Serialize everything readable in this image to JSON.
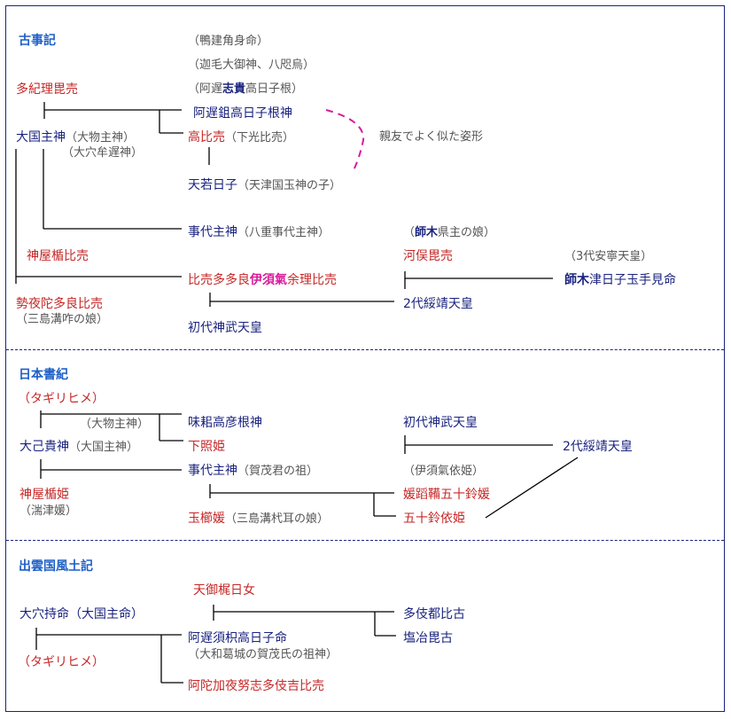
{
  "sections": {
    "kojiki": {
      "title": "古事記",
      "kamotaketsunumi": "（鴨建角身命）",
      "kamo_gods": "（迦毛大御神、八咫烏）",
      "ashiki_pre": "（阿遅",
      "ashiki_shiki": "志貴",
      "ashiki_post": "高日子根）",
      "takiribime": "多紀理毘売",
      "ajisuki": "阿遅鉏高日子根神",
      "okuninushi": "大国主神",
      "okuninushi_alt1": "（大物主神）",
      "okuninushi_alt2": "（大穴牟遅神）",
      "takahime": "高比売",
      "takahime_alt": "（下光比売）",
      "friend_note": "親友でよく似た姿形",
      "amewakahiko": "天若日子",
      "amewakahiko_alt": "（天津国玉神の子）",
      "kotoshiro": "事代主神",
      "kotoshiro_alt": "（八重事代主神）",
      "kamuyatate": "神屋楯比売",
      "shiki_pre": "（",
      "shiki": "師木",
      "shiki_post": "県主の娘）",
      "kawamata": "河俣毘売",
      "ando": "（3代安寧天皇）",
      "shiki_tsu": "師木",
      "tsuhiko": "津日子玉手見命",
      "hime_pre": "比売多多良",
      "hime_isuke": "伊須氣",
      "hime_post": "余理比売",
      "seyadatara": "勢夜陀多良比売",
      "seyadatara_alt": "（三島溝咋の娘）",
      "suizei": "2代綏靖天皇",
      "jimmu": "初代神武天皇"
    },
    "nihonshoki": {
      "title": "日本書紀",
      "takiri": "（タギリヒメ）",
      "omononushi": "（大物主神）",
      "ajisuki": "味耜高彦根神",
      "onamuchi": "大己貴神",
      "onamuchi_alt": "（大国主神）",
      "shitateru": "下照姫",
      "jimmu": "初代神武天皇",
      "suizei": "2代綏靖天皇",
      "kotoshiro": "事代主神",
      "kotoshiro_alt": "（賀茂君の祖）",
      "isukeyori": "（伊須氣依姫）",
      "kamuyatate": "神屋楯姫",
      "nuname": "（湍津媛）",
      "himetatara": "媛蹈鞴五十鈴媛",
      "tamakushi": "玉櫛媛",
      "tamakushi_alt": "（三島溝杙耳の娘）",
      "isuzuyori": "五十鈴依姫"
    },
    "izumo": {
      "title": "出雲国風土記",
      "amenomikaji": "天御梶日女",
      "tagitsuhiko": "多伎都比古",
      "onamochi": "大穴持命（大国主命）",
      "shioyahiko": "塩冶毘古",
      "ajisuki": "阿遅須枳高日子命",
      "ajisuki_alt": "（大和葛城の賀茂氏の祖神）",
      "takiri": "（タギリヒメ）",
      "adakaya": "阿陀加夜努志多伎吉比売"
    }
  },
  "colors": {
    "heading": "#1e5fc7",
    "female": "#c62828",
    "male": "#1a237e",
    "note": "#555555",
    "highlight": "#d81b9c"
  }
}
